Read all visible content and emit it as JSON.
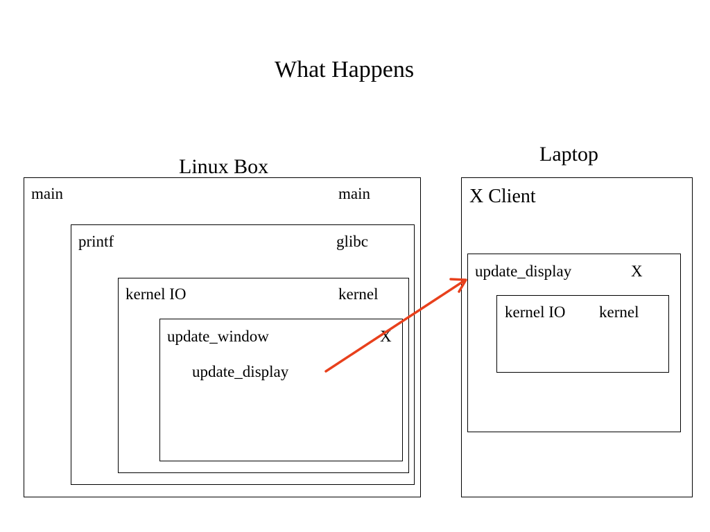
{
  "title": "What Happens",
  "linux_box": {
    "label": "Linux Box",
    "main": {
      "left": "main",
      "right": "main"
    },
    "glibc": {
      "left": "printf",
      "right": "glibc"
    },
    "kernel": {
      "left": "kernel IO",
      "right": "kernel"
    },
    "x_layer": {
      "left": "update_window",
      "right": "X",
      "inner": "update_display"
    }
  },
  "laptop": {
    "label": "Laptop",
    "client": "X Client",
    "x_box": {
      "left": "update_display",
      "right": "X"
    },
    "kernel_box": {
      "left": "kernel IO",
      "right": "kernel"
    }
  },
  "colors": {
    "arrow": "#e8401c",
    "lines": "#000000"
  }
}
